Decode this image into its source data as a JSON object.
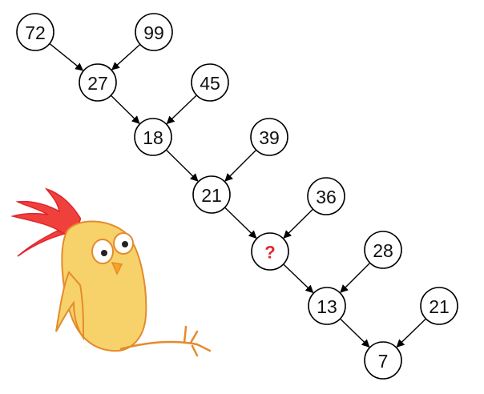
{
  "diagram": {
    "nodes": [
      {
        "id": "n72",
        "label": "72"
      },
      {
        "id": "n99",
        "label": "99"
      },
      {
        "id": "n27",
        "label": "27"
      },
      {
        "id": "n45",
        "label": "45"
      },
      {
        "id": "n18",
        "label": "18"
      },
      {
        "id": "n39",
        "label": "39"
      },
      {
        "id": "n21a",
        "label": "21"
      },
      {
        "id": "n36",
        "label": "36"
      },
      {
        "id": "nq",
        "label": "?"
      },
      {
        "id": "n28",
        "label": "28"
      },
      {
        "id": "n13",
        "label": "13"
      },
      {
        "id": "n21b",
        "label": "21"
      },
      {
        "id": "n7",
        "label": "7"
      }
    ],
    "edges": [
      {
        "from": "n72",
        "to": "n27"
      },
      {
        "from": "n99",
        "to": "n27"
      },
      {
        "from": "n27",
        "to": "n18"
      },
      {
        "from": "n45",
        "to": "n18"
      },
      {
        "from": "n18",
        "to": "n21a"
      },
      {
        "from": "n39",
        "to": "n21a"
      },
      {
        "from": "n21a",
        "to": "nq"
      },
      {
        "from": "n36",
        "to": "nq"
      },
      {
        "from": "nq",
        "to": "n13"
      },
      {
        "from": "n28",
        "to": "n13"
      },
      {
        "from": "n13",
        "to": "n7"
      },
      {
        "from": "n21b",
        "to": "n7"
      }
    ],
    "unknown_node": "nq",
    "colors": {
      "unknown": "#e0262e",
      "bird_body": "#f7d26a",
      "bird_outline": "#e58a2c",
      "bird_crest": "#f0403c"
    },
    "illustration": "cartoon-chick"
  }
}
